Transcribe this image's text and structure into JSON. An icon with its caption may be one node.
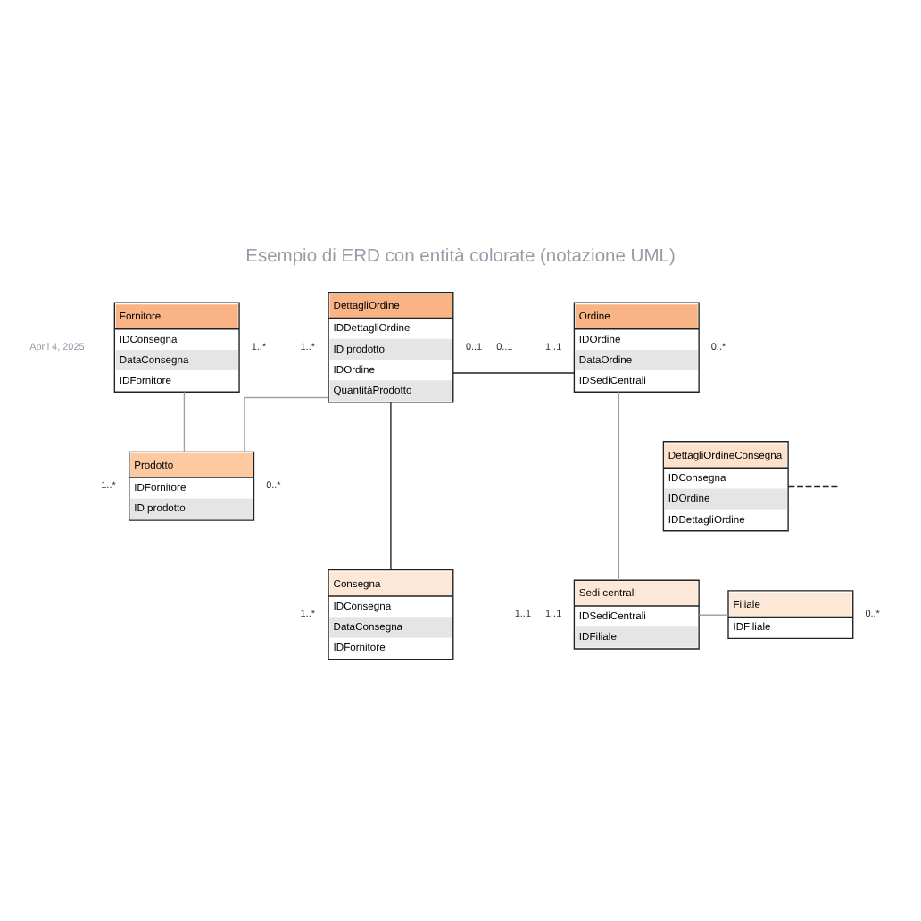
{
  "diagram": {
    "title": "Esempio di ERD con entità colorate (notazione UML)",
    "nodes": [
      {
        "text": [
          "Fornitore",
          "IDConsegna",
          "DataConsegna",
          "IDFornitore"
        ]
      },
      {
        "text": [
          "Ordine",
          "IDOrdine",
          "DataOrdine",
          "IDSediCentrali"
        ]
      },
      {
        "text": [
          "DettagliOrdine",
          "IDDettagliOrdine",
          "ID prodotto",
          "IDOrdine",
          "QuantitàProdotto"
        ]
      },
      {
        "text": [
          "Prodotto",
          "IDFornitore",
          "ID prodotto"
        ]
      },
      {
        "text": [
          "DettagliOrdineConsegna",
          "IDConsegna",
          "IDOrdine",
          "IDDettagliOrdine"
        ]
      },
      {
        "text": [
          "Sedi centrali",
          "IDSediCentrali",
          "IDFiliale"
        ]
      },
      {
        "text": [
          "Filiale",
          "IDFiliale"
        ]
      },
      {
        "text": [
          "Consegna",
          "IDConsegna",
          "DataConsegna",
          "IDFornitore"
        ]
      }
    ],
    "edges": [
      {
        "from": 0,
        "to": 3,
        "arrow": "none"
      },
      {
        "from": 1,
        "to": 2,
        "arrow": "none",
        "color": "#222222"
      },
      {
        "from": 2,
        "to": 3,
        "arrow": "none"
      },
      {
        "from": 1,
        "to": 5,
        "arrow": "none"
      },
      {
        "from": 5,
        "to": 6,
        "arrow": "none"
      },
      {
        "from": 2,
        "to": 7,
        "arrow": "none",
        "color": "#222222"
      },
      {
        "from": 4,
        "to": null,
        "arrow": "none",
        "style": "dashed",
        "color": "#222222"
      }
    ],
    "labels": [
      "April 4, 2025",
      "1..1",
      "0..1",
      "0..1",
      "1..*",
      "0..*",
      "1..*",
      "0..*",
      "1..*",
      "1..*",
      "1..1",
      "0..*",
      "1..1"
    ]
  }
}
